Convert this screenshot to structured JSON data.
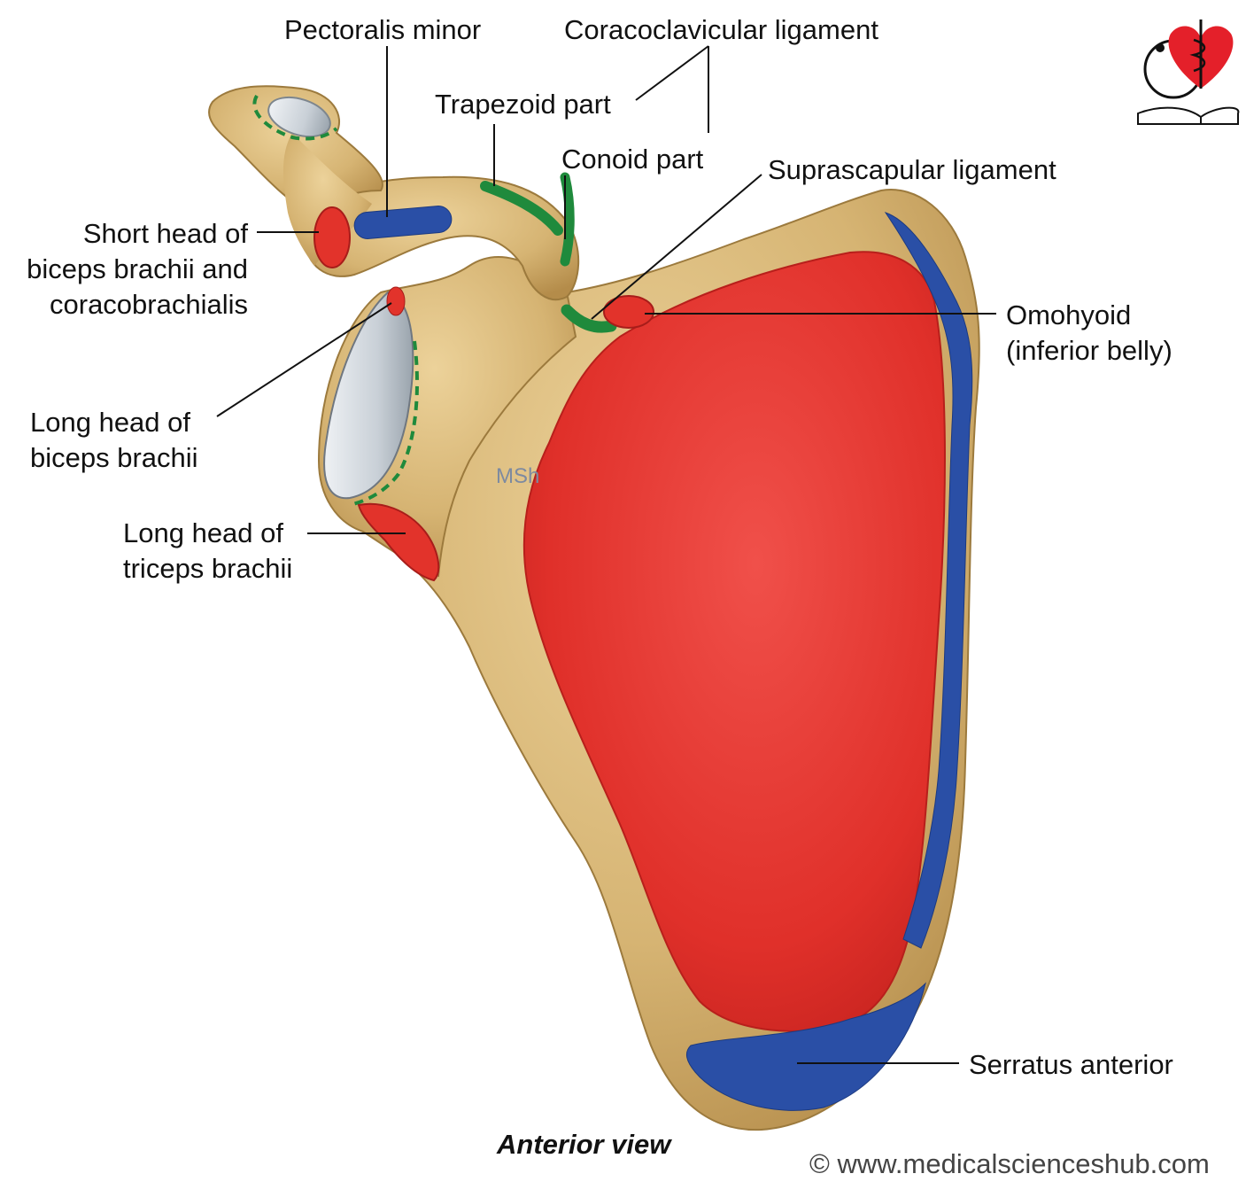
{
  "labels": {
    "pectoralis_minor": "Pectoralis minor",
    "coracoclavicular_ligament": "Coracoclavicular ligament",
    "trapezoid_part": "Trapezoid part",
    "conoid_part": "Conoid part",
    "suprascapular_ligament": "Suprascapular ligament",
    "short_head_biceps": [
      "Short head of",
      "biceps brachii and",
      "coracobrachialis"
    ],
    "omohyoid": [
      "Omohyoid",
      "(inferior belly)"
    ],
    "long_head_biceps": [
      "Long head of",
      "biceps brachii"
    ],
    "long_head_triceps": [
      "Long head of",
      "triceps brachii"
    ],
    "serratus_anterior": "Serratus anterior"
  },
  "caption": "Anterior view",
  "watermark": "MSh",
  "copyright": "© www.medicalscienceshub.com",
  "colors": {
    "bone": "#d9b878",
    "bone_shadow": "#b28a47",
    "origin_red": "#e2332b",
    "insertion_blue": "#2a4fa6",
    "ligament_green": "#1f8a3c",
    "cartilage": "#cfd6dc"
  }
}
